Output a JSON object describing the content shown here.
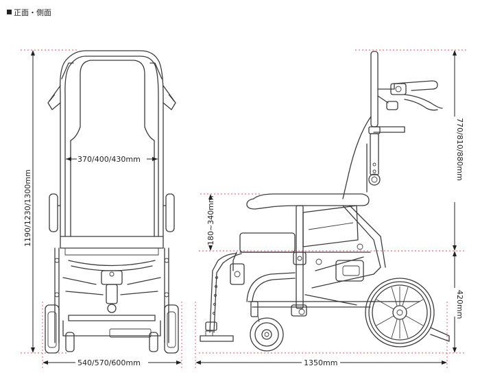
{
  "header": {
    "title": "正面・側面"
  },
  "dimensions": {
    "front_height": "1190/1230/1300mm",
    "seat_width": "370/400/430mm",
    "front_width": "540/570/600mm",
    "side_length": "1350mm",
    "backrest_height": "770/810/880mm",
    "armrest_height": "180~340mm",
    "seat_height": "420mm"
  },
  "colors": {
    "line": "#3a3a3a",
    "guide": "#e0505a",
    "text": "#222222"
  }
}
